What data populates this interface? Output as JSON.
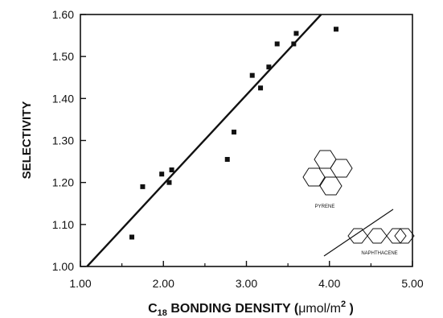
{
  "chart_data": {
    "type": "scatter",
    "title": "",
    "xlabel": {
      "main": "BONDING DENSITY (",
      "unit": "μmol/m",
      "unit_sup": "2",
      "unit_close": " )",
      "prefix": "C",
      "prefix_sub": "18"
    },
    "ylabel": "SELECTIVITY",
    "xlim": [
      1.0,
      5.0
    ],
    "ylim": [
      1.0,
      1.6
    ],
    "xticks": [
      "1.00",
      "2.00",
      "3.00",
      "4.00",
      "5.00"
    ],
    "yticks": [
      "1.00",
      "1.10",
      "1.20",
      "1.30",
      "1.40",
      "1.50",
      "1.60"
    ],
    "grid": false,
    "legend": "none",
    "series": [
      {
        "marker": "square",
        "points": [
          {
            "x": 1.62,
            "y": 1.07
          },
          {
            "x": 1.75,
            "y": 1.19
          },
          {
            "x": 1.98,
            "y": 1.22
          },
          {
            "x": 2.07,
            "y": 1.2
          },
          {
            "x": 2.1,
            "y": 1.23
          },
          {
            "x": 2.77,
            "y": 1.255
          },
          {
            "x": 2.85,
            "y": 1.32
          },
          {
            "x": 3.07,
            "y": 1.455
          },
          {
            "x": 3.17,
            "y": 1.425
          },
          {
            "x": 3.27,
            "y": 1.475
          },
          {
            "x": 3.37,
            "y": 1.53
          },
          {
            "x": 3.57,
            "y": 1.53
          },
          {
            "x": 3.6,
            "y": 1.555
          },
          {
            "x": 4.08,
            "y": 1.565
          }
        ]
      }
    ],
    "fit_line": {
      "x": [
        1.08,
        3.9
      ],
      "y": [
        1.0,
        1.6
      ]
    },
    "annotations": {
      "pyrene_label": "PYRENE",
      "naphthacene_label": "NAPHTHACENE"
    }
  }
}
